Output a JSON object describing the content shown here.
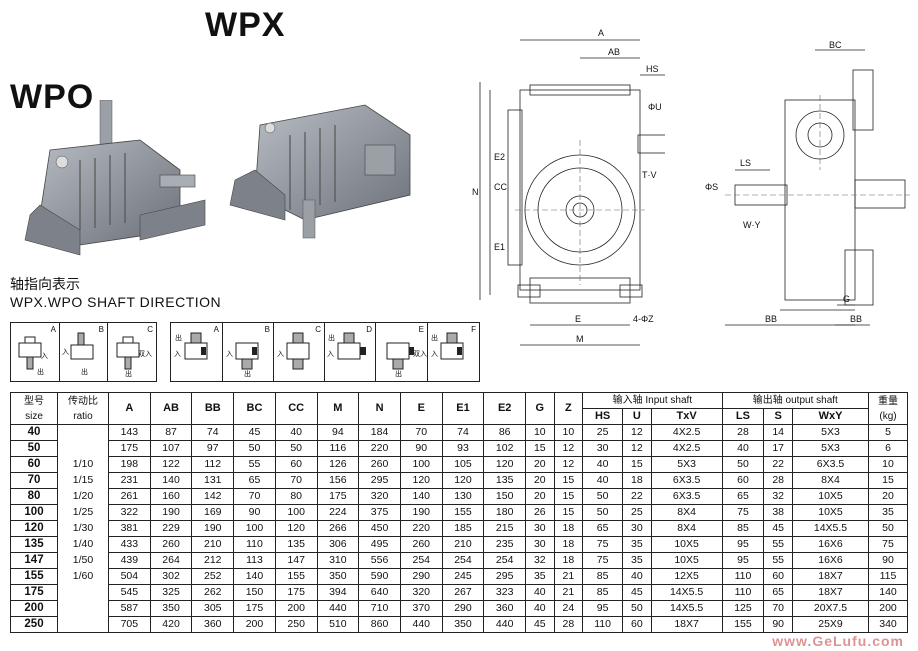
{
  "titles": {
    "wpx": "WPX",
    "wpo": "WPO"
  },
  "shaft_direction": {
    "cn": "轴指向表示",
    "en": "WPX.WPO SHAFT DIRECTION"
  },
  "diagrams_left": [
    "A",
    "B",
    "C"
  ],
  "diagrams_right": [
    "A",
    "B",
    "C",
    "D",
    "E",
    "F"
  ],
  "diagram_text": {
    "in": "入",
    "out": "出",
    "double_in": "双入"
  },
  "drawing_labels": {
    "A": "A",
    "AB": "AB",
    "HS": "HS",
    "BC": "BC",
    "U": "ΦU",
    "T": "T·V",
    "N": "N",
    "E2": "E2",
    "CC": "CC",
    "E1": "E1",
    "LS": "LS",
    "S": "ΦS",
    "WY": "W·Y",
    "E": "E",
    "M": "M",
    "Z": "4-ΦZ",
    "BB": "BB",
    "G": "G"
  },
  "table": {
    "headers": {
      "size_cn": "型号",
      "size_en": "size",
      "ratio_cn": "传动比",
      "ratio_en": "ratio",
      "cols": [
        "A",
        "AB",
        "BB",
        "BC",
        "CC",
        "M",
        "N",
        "E",
        "E1",
        "E2",
        "G",
        "Z"
      ],
      "input_group": "输入轴 Input shaft",
      "input_cols": [
        "HS",
        "U",
        "TxV"
      ],
      "output_group": "输出轴 output shaft",
      "output_cols": [
        "LS",
        "S",
        "WxY"
      ],
      "weight_cn": "重量",
      "weight_unit": "(kg)"
    },
    "ratios": [
      "1/10",
      "1/15",
      "1/20",
      "1/25",
      "1/30",
      "1/40",
      "1/50",
      "1/60"
    ],
    "rows": [
      {
        "size": "40",
        "vals": [
          "143",
          "87",
          "74",
          "45",
          "40",
          "94",
          "184",
          "70",
          "74",
          "86",
          "10",
          "10",
          "25",
          "12",
          "4X2.5",
          "28",
          "14",
          "5X3",
          "5"
        ]
      },
      {
        "size": "50",
        "vals": [
          "175",
          "107",
          "97",
          "50",
          "50",
          "116",
          "220",
          "90",
          "93",
          "102",
          "15",
          "12",
          "30",
          "12",
          "4X2.5",
          "40",
          "17",
          "5X3",
          "6"
        ]
      },
      {
        "size": "60",
        "vals": [
          "198",
          "122",
          "112",
          "55",
          "60",
          "126",
          "260",
          "100",
          "105",
          "120",
          "20",
          "12",
          "40",
          "15",
          "5X3",
          "50",
          "22",
          "6X3.5",
          "10"
        ]
      },
      {
        "size": "70",
        "vals": [
          "231",
          "140",
          "131",
          "65",
          "70",
          "156",
          "295",
          "120",
          "120",
          "135",
          "20",
          "15",
          "40",
          "18",
          "6X3.5",
          "60",
          "28",
          "8X4",
          "15"
        ]
      },
      {
        "size": "80",
        "vals": [
          "261",
          "160",
          "142",
          "70",
          "80",
          "175",
          "320",
          "140",
          "130",
          "150",
          "20",
          "15",
          "50",
          "22",
          "6X3.5",
          "65",
          "32",
          "10X5",
          "20"
        ]
      },
      {
        "size": "100",
        "vals": [
          "322",
          "190",
          "169",
          "90",
          "100",
          "224",
          "375",
          "190",
          "155",
          "180",
          "26",
          "15",
          "50",
          "25",
          "8X4",
          "75",
          "38",
          "10X5",
          "35"
        ]
      },
      {
        "size": "120",
        "vals": [
          "381",
          "229",
          "190",
          "100",
          "120",
          "266",
          "450",
          "220",
          "185",
          "215",
          "30",
          "18",
          "65",
          "30",
          "8X4",
          "85",
          "45",
          "14X5.5",
          "50"
        ]
      },
      {
        "size": "135",
        "vals": [
          "433",
          "260",
          "210",
          "110",
          "135",
          "306",
          "495",
          "260",
          "210",
          "235",
          "30",
          "18",
          "75",
          "35",
          "10X5",
          "95",
          "55",
          "16X6",
          "75"
        ]
      },
      {
        "size": "147",
        "vals": [
          "439",
          "264",
          "212",
          "113",
          "147",
          "310",
          "556",
          "254",
          "254",
          "254",
          "32",
          "18",
          "75",
          "35",
          "10X5",
          "95",
          "55",
          "16X6",
          "90"
        ]
      },
      {
        "size": "155",
        "vals": [
          "504",
          "302",
          "252",
          "140",
          "155",
          "350",
          "590",
          "290",
          "245",
          "295",
          "35",
          "21",
          "85",
          "40",
          "12X5",
          "110",
          "60",
          "18X7",
          "115"
        ]
      },
      {
        "size": "175",
        "vals": [
          "545",
          "325",
          "262",
          "150",
          "175",
          "394",
          "640",
          "320",
          "267",
          "323",
          "40",
          "21",
          "85",
          "45",
          "14X5.5",
          "110",
          "65",
          "18X7",
          "140"
        ]
      },
      {
        "size": "200",
        "vals": [
          "587",
          "350",
          "305",
          "175",
          "200",
          "440",
          "710",
          "370",
          "290",
          "360",
          "40",
          "24",
          "95",
          "50",
          "14X5.5",
          "125",
          "70",
          "20X7.5",
          "200"
        ]
      },
      {
        "size": "250",
        "vals": [
          "705",
          "420",
          "360",
          "200",
          "250",
          "510",
          "860",
          "440",
          "350",
          "440",
          "45",
          "28",
          "110",
          "60",
          "18X7",
          "155",
          "90",
          "25X9",
          "340"
        ]
      }
    ]
  },
  "watermark": "www.GeLufu.com",
  "colors": {
    "casting": "#8a8f96",
    "casting_dark": "#5d6168",
    "line": "#222222"
  }
}
